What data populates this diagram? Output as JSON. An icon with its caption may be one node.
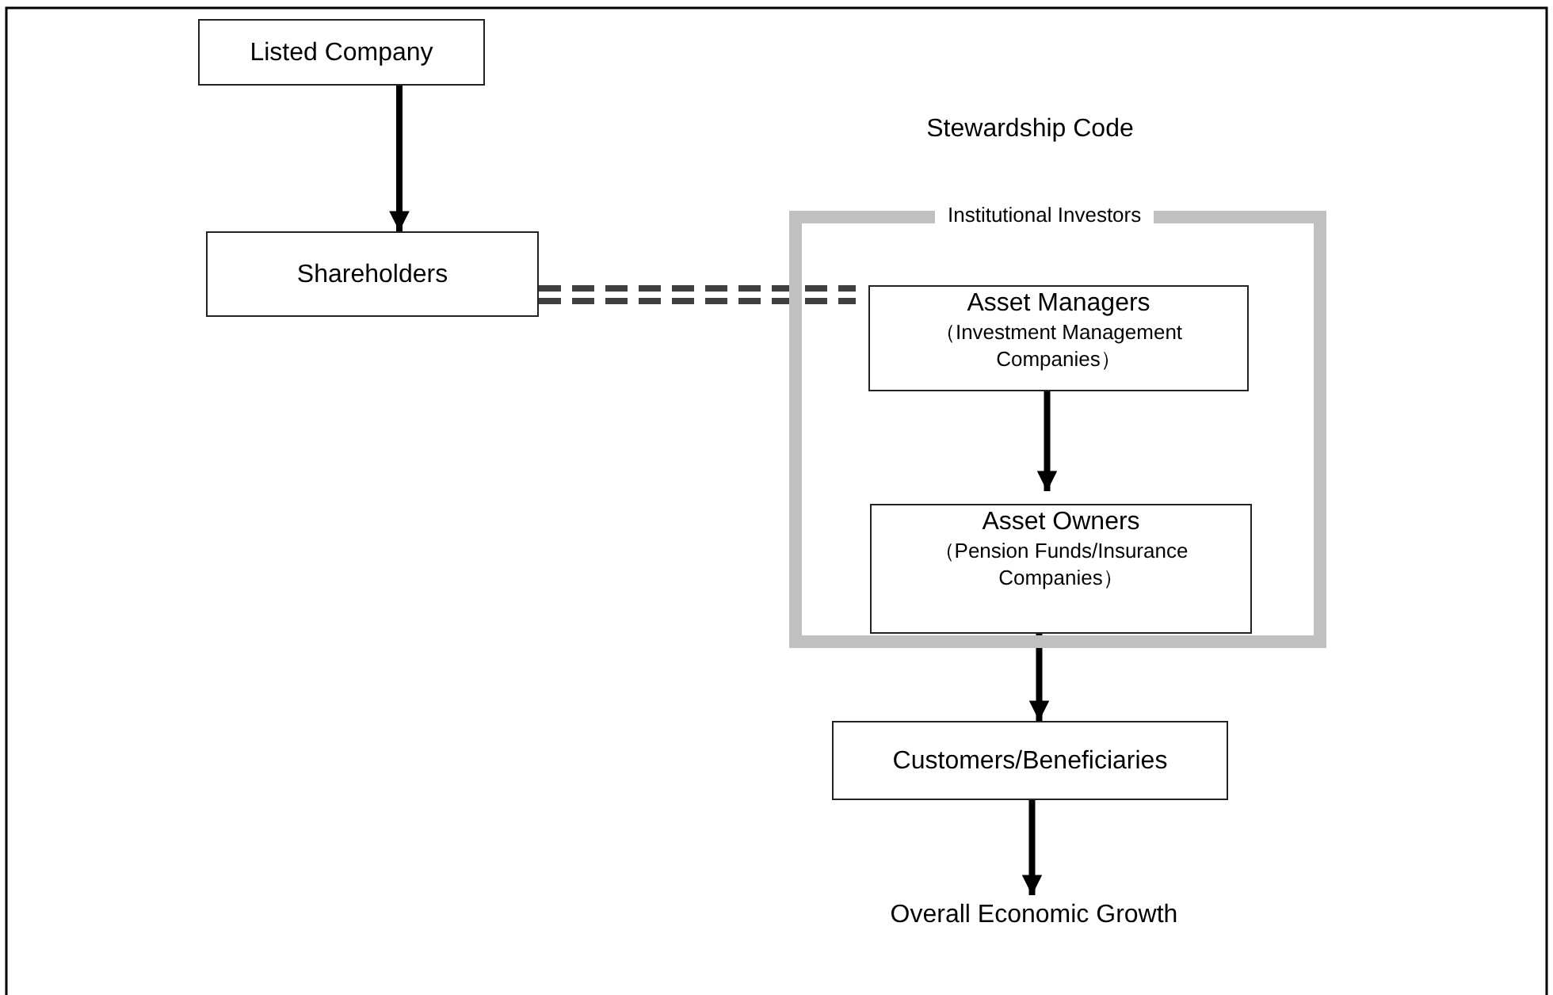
{
  "diagram": {
    "nodes": [
      {
        "text": [
          "Listed Company"
        ]
      },
      {
        "text": [
          "Shareholders"
        ]
      },
      {
        "text": [
          "Institutional Investors"
        ]
      },
      {
        "text": [
          "Asset Managers",
          "（Investment Management Companies）"
        ],
        "in": 2
      },
      {
        "text": [
          "Asset Owners",
          "（Pension Funds/Insurance Companies）"
        ],
        "in": 2
      },
      {
        "text": [
          "Customers/Beneficiaries"
        ]
      },
      {
        "text": [
          "Overall Economic Growth"
        ]
      }
    ],
    "edges": [
      {
        "from": 0,
        "to": 1,
        "arrow": "to"
      },
      {
        "from": 1,
        "to": 3,
        "arrow": "none",
        "style": "dashed",
        "color": "#404040"
      },
      {
        "from": 3,
        "to": 4,
        "arrow": "to"
      },
      {
        "from": 4,
        "to": 5,
        "arrow": "to"
      },
      {
        "from": 5,
        "to": 6,
        "arrow": "to"
      }
    ],
    "labels": [
      "Stewardship Code"
    ]
  }
}
